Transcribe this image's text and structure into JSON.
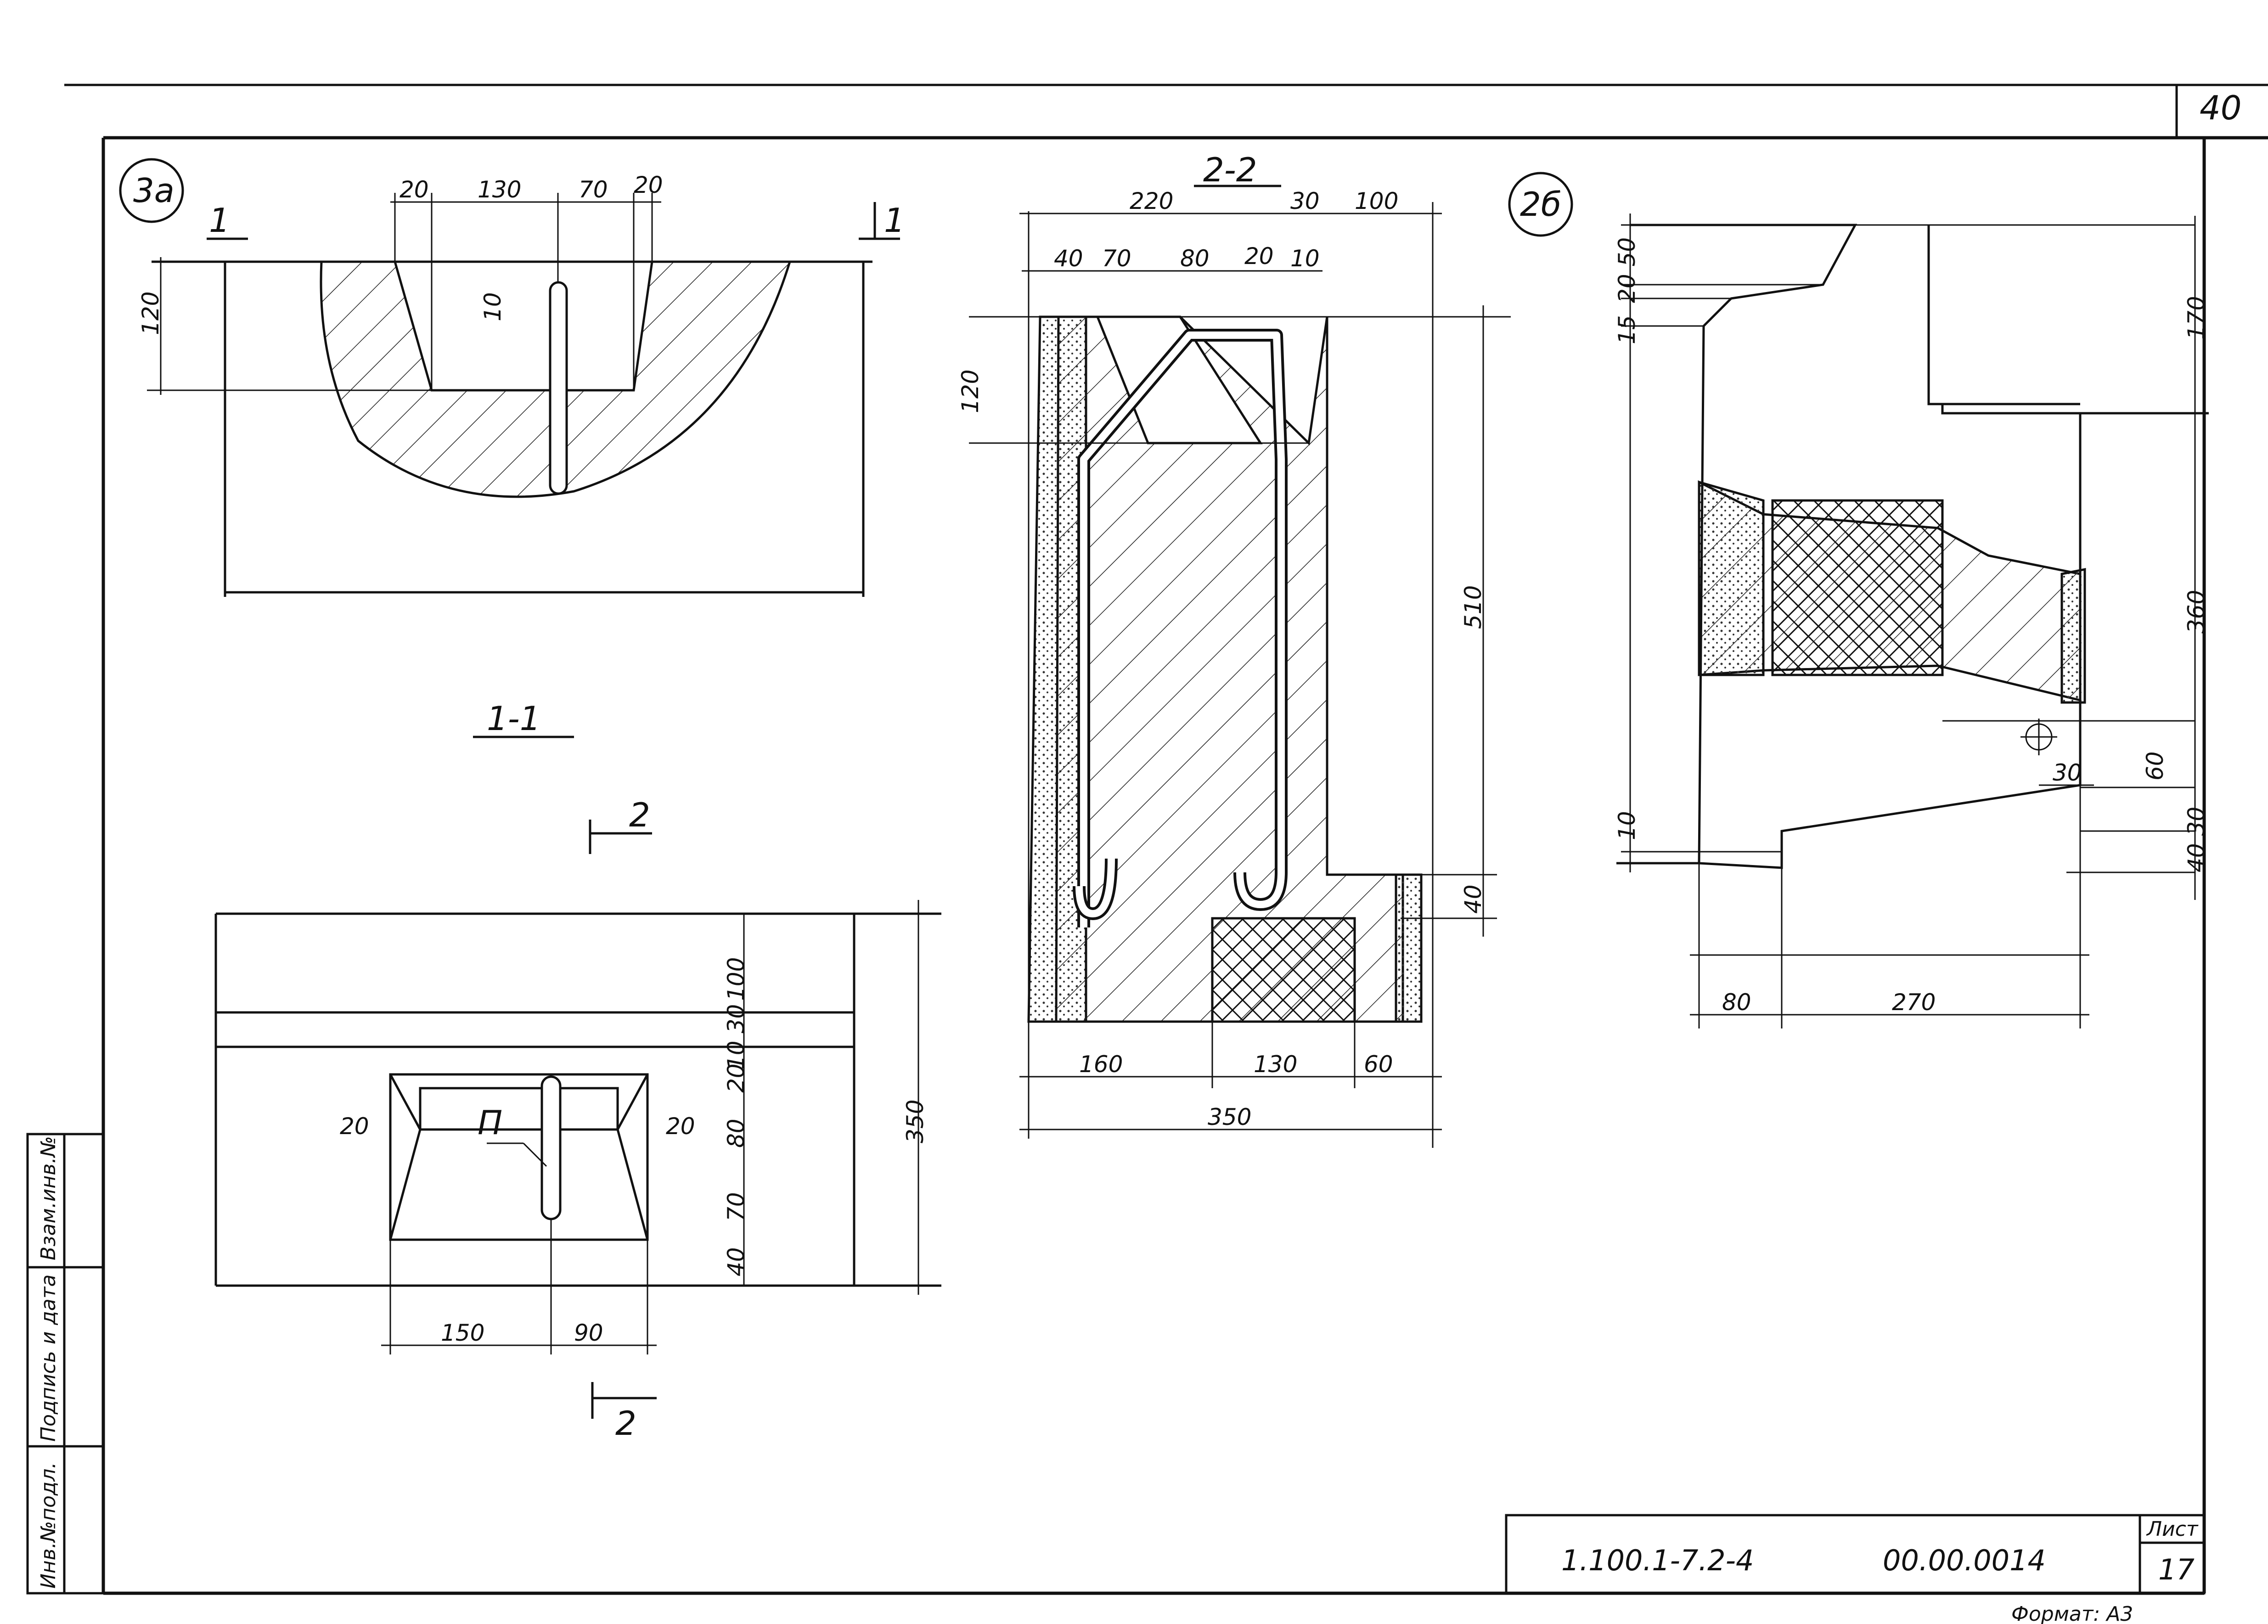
{
  "sheet_corner_number": "40",
  "callouts": {
    "node_left": "3а",
    "node_right": "2б"
  },
  "section_marks": {
    "cut_1_left": "1",
    "cut_1_right": "1",
    "section_1_title": "1-1",
    "section_2_title": "2-2",
    "cut_2_top": "2",
    "cut_2_bottom": "2",
    "rebar_mark": "П"
  },
  "dims_1_1_top": {
    "d20a": "20",
    "d130": "130",
    "d70": "70",
    "d20b": "20",
    "d120": "120",
    "d10": "10"
  },
  "dims_plan": {
    "d100": "100",
    "d10_30": "10 30",
    "d20": "20",
    "d80": "80",
    "d70": "70",
    "d40": "40",
    "d350": "350",
    "left20": "20",
    "right20": "20",
    "d150": "150",
    "d90": "90"
  },
  "dims_2_2": {
    "d220": "220",
    "d30": "30",
    "d100": "100",
    "d40": "40",
    "d70": "70",
    "d80": "80",
    "d20": "20",
    "d10": "10",
    "d120": "120",
    "d510": "510",
    "d40r": "40",
    "d160": "160",
    "d130": "130",
    "d60": "60",
    "d350": "350"
  },
  "dims_2b": {
    "d20_50": "20 50",
    "d15": "15",
    "d170": "170",
    "d360": "360",
    "d30": "30",
    "d60": "60",
    "d10": "10",
    "d40_30": "40 30",
    "d80": "80",
    "d270": "270"
  },
  "side_stamp": {
    "col1": "Инв.№подл.",
    "col2": "Подпись и дата",
    "col3": "Взам.инв.№"
  },
  "title_block": {
    "designation": "1.100.1-7.2-4",
    "code": "00.00.0014",
    "sheet_label": "Лист",
    "sheet_number": "17"
  },
  "format_note": "Формат: А3"
}
